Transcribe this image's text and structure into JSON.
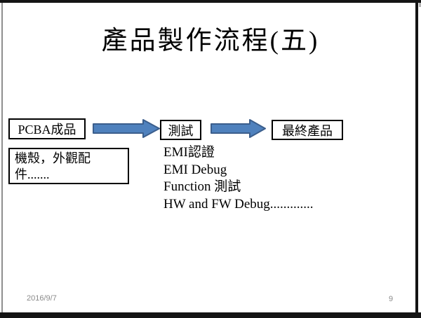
{
  "slide": {
    "title": "產品製作流程(五)",
    "flow_nodes": [
      {
        "label": "PCBA成品"
      },
      {
        "label": "測試"
      },
      {
        "label": "最終產品"
      }
    ],
    "note_box_lines": [
      "機殼，外觀配",
      "件......."
    ],
    "test_details": [
      "EMI認證",
      "EMI Debug",
      "Function 測試",
      "HW and FW Debug............."
    ],
    "footer": {
      "date": "2016/9/7",
      "page_number": "9"
    },
    "colors": {
      "arrow_fill": "#4F81BD",
      "arrow_stroke": "#3B5E8C",
      "footer_text": "#8A8A8A"
    }
  }
}
